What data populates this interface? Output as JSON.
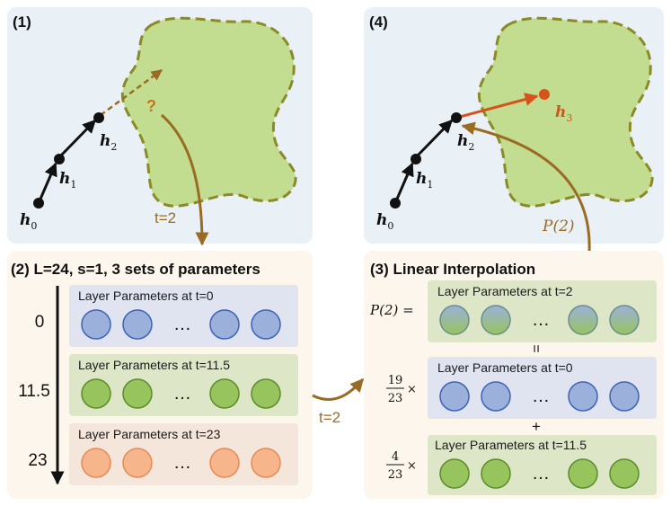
{
  "panels": {
    "p1": {
      "label": "(1)"
    },
    "p2": {
      "label": "(2) L=24, s=1, 3 sets of parameters",
      "axis_ticks": [
        "0",
        "11.5",
        "23"
      ]
    },
    "p3": {
      "label": "(3) Linear Interpolation"
    },
    "p4": {
      "label": "(4)"
    }
  },
  "hidden_states": {
    "h0": {
      "base": "h",
      "sub": "0"
    },
    "h1": {
      "base": "h",
      "sub": "1"
    },
    "h2": {
      "base": "h",
      "sub": "2"
    },
    "h3": {
      "base": "h",
      "sub": "3"
    }
  },
  "question_mark": "?",
  "t_label": "t=2",
  "p2_label": "P(2)",
  "p2_eq": "P(2) =",
  "layer_boxes": {
    "t0": "Layer Parameters at t=0",
    "t11_5": "Layer Parameters at t=11.5",
    "t23": "Layer Parameters at t=23",
    "t2": "Layer Parameters at t=2"
  },
  "ellipsis": "…",
  "operators": {
    "equals": "=",
    "plus": "+",
    "times": "×"
  },
  "coefficients": {
    "c1": {
      "num": "19",
      "den": "23"
    },
    "c2": {
      "num": "4",
      "den": "23"
    }
  },
  "colors": {
    "panel_blue": "#e9f1f6",
    "panel_peach": "#fdf6ec",
    "region_fill": "#c3dd90",
    "region_edge": "#8a8a26",
    "brown_arrow": "#9a6b22",
    "red_arrow": "#d4541c",
    "blue_circle": "#9cb0dc",
    "green_circle": "#98c45d",
    "orange_circle": "#f7b58c"
  }
}
